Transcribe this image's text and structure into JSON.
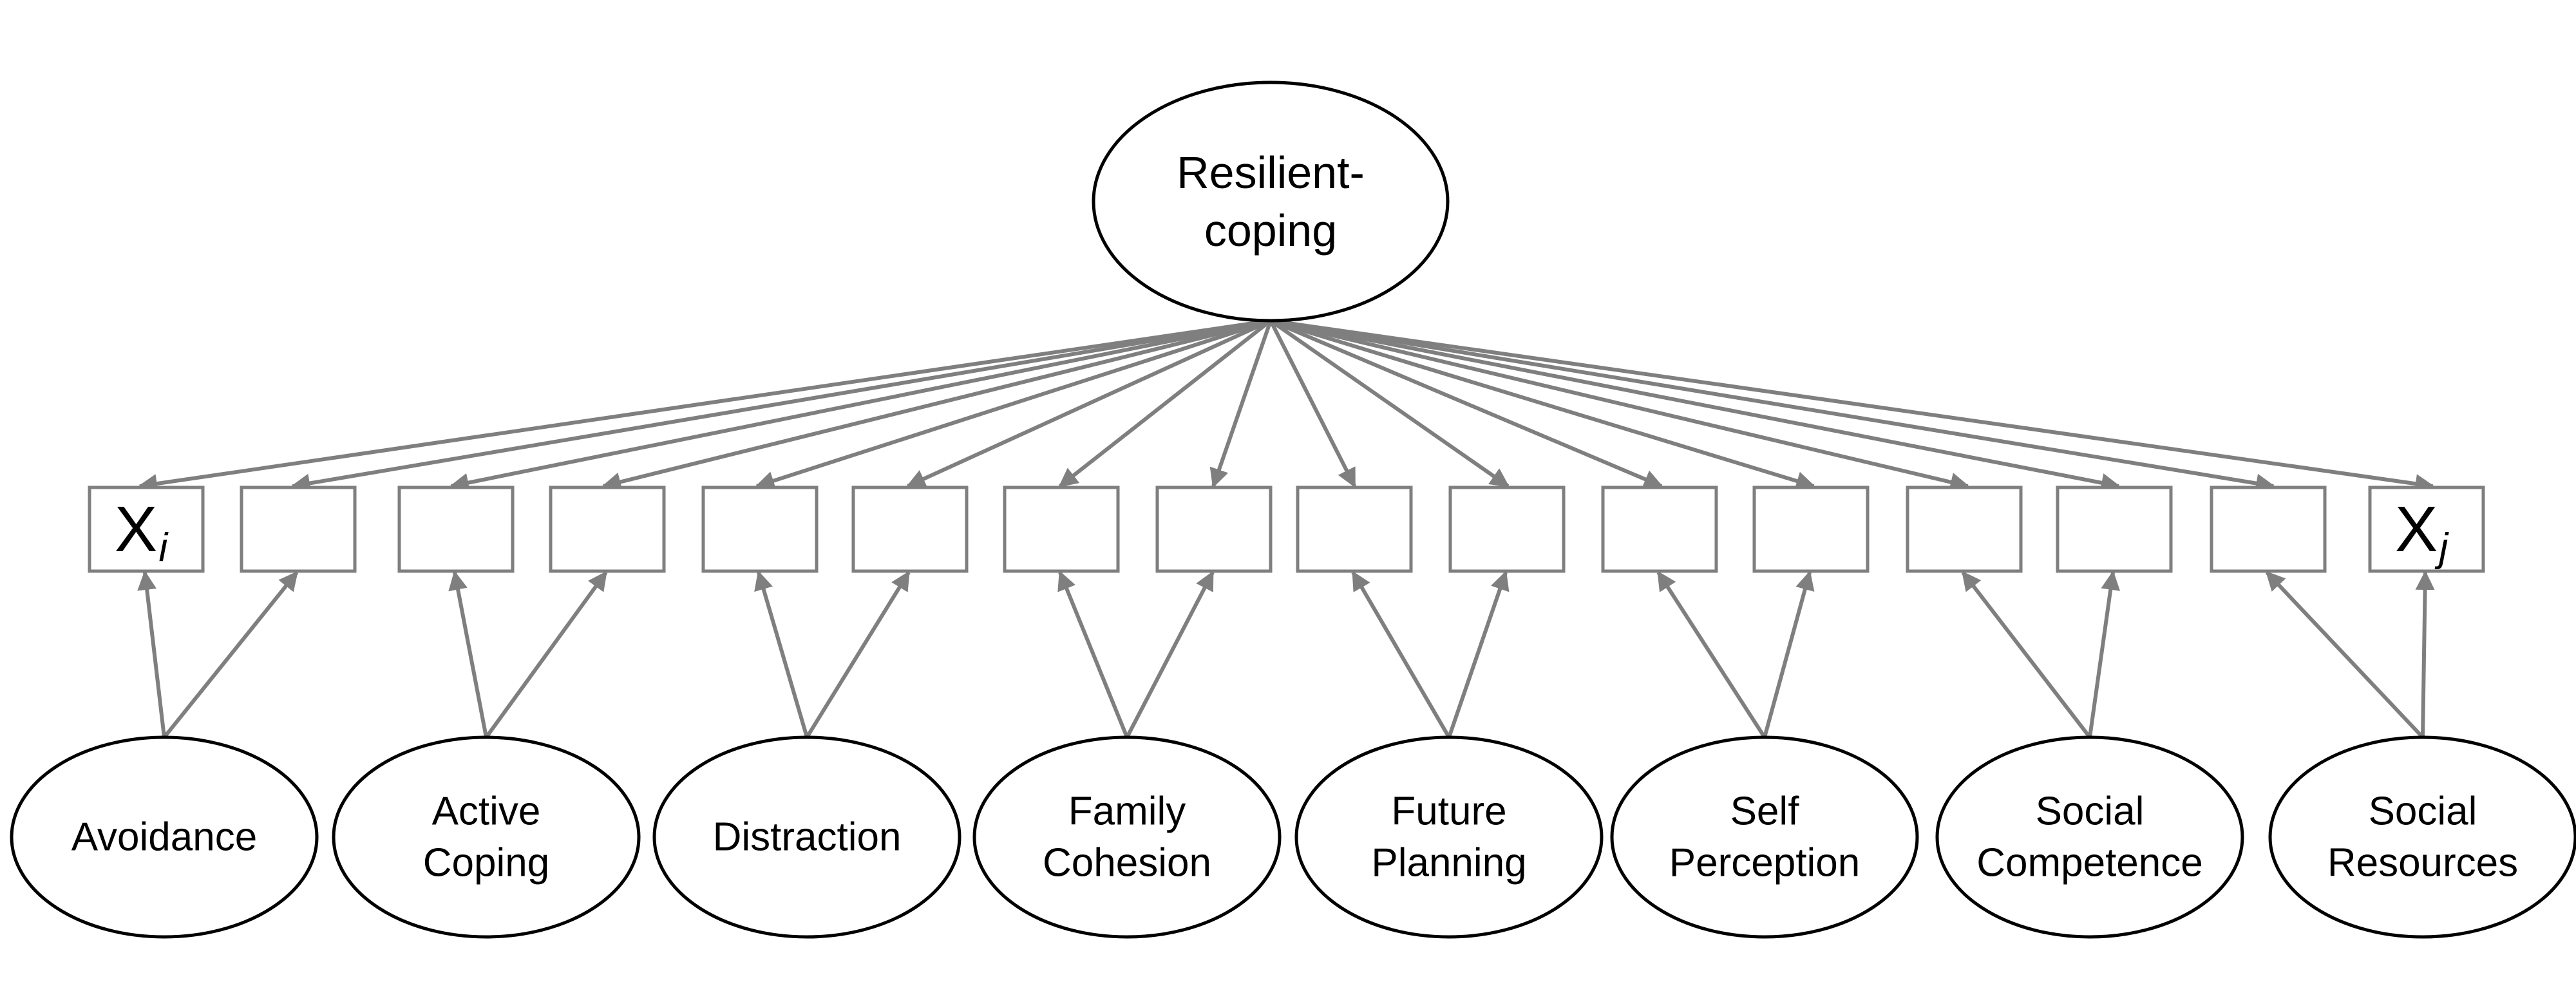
{
  "global_factor": {
    "line1": "Resilient-",
    "line2": "coping"
  },
  "indicators": [
    {
      "label": "X",
      "sub": "i"
    },
    {
      "label": "",
      "sub": ""
    },
    {
      "label": "",
      "sub": ""
    },
    {
      "label": "",
      "sub": ""
    },
    {
      "label": "",
      "sub": ""
    },
    {
      "label": "",
      "sub": ""
    },
    {
      "label": "",
      "sub": ""
    },
    {
      "label": "",
      "sub": ""
    },
    {
      "label": "",
      "sub": ""
    },
    {
      "label": "",
      "sub": ""
    },
    {
      "label": "",
      "sub": ""
    },
    {
      "label": "",
      "sub": ""
    },
    {
      "label": "",
      "sub": ""
    },
    {
      "label": "",
      "sub": ""
    },
    {
      "label": "",
      "sub": ""
    },
    {
      "label": "X",
      "sub": "j"
    }
  ],
  "factors": [
    {
      "lines": [
        "Avoidance"
      ]
    },
    {
      "lines": [
        "Active",
        "Coping"
      ]
    },
    {
      "lines": [
        "Distraction"
      ]
    },
    {
      "lines": [
        "Family",
        "Cohesion"
      ]
    },
    {
      "lines": [
        "Future",
        "Planning"
      ]
    },
    {
      "lines": [
        "Self",
        "Perception"
      ]
    },
    {
      "lines": [
        "Social",
        "Competence"
      ]
    },
    {
      "lines": [
        "Social",
        "Resources"
      ]
    }
  ],
  "colors": {
    "edge": "#7f7f7f",
    "box_border": "#7f7f7f",
    "ellipse_border": "#000000"
  }
}
